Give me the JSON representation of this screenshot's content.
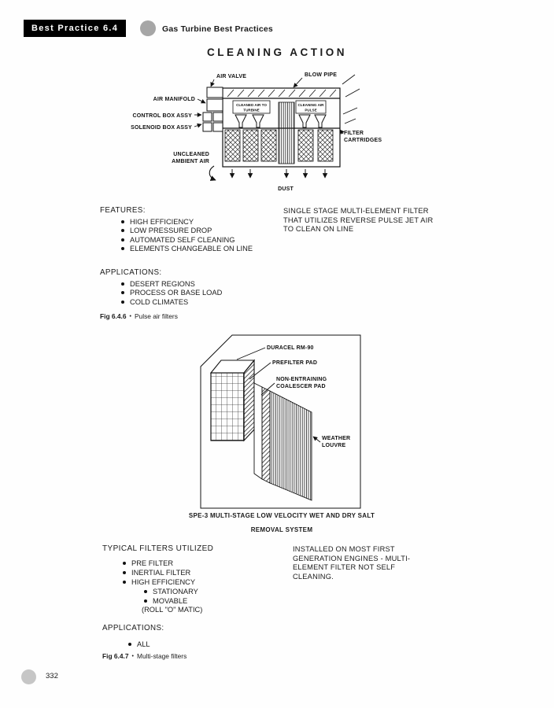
{
  "header": {
    "badge": "Best Practice 6.4",
    "title": "Gas Turbine Best Practices"
  },
  "figure1": {
    "title": "CLEANING ACTION",
    "labels": {
      "air_valve": "AIR VALVE",
      "blow_pipe": "BLOW PIPE",
      "air_manifold": "AIR MANIFOLD",
      "control_box": "CONTROL BOX ASSY",
      "solenoid_box": "SOLENOID BOX ASSY",
      "cleaned_air_line1": "CLEANED AIR TO",
      "cleaned_air_line2": "TURBINE",
      "cleaning_air_line1": "CLEANING AIR",
      "cleaning_air_line2": "PULSE",
      "filter_line1": "FILTER",
      "filter_line2": "CARTRIDGES",
      "uncleaned_line1": "UNCLEANED",
      "uncleaned_line2": "AMBIENT AIR",
      "dust": "DUST"
    },
    "caption_label": "Fig 6.4.6",
    "caption_sep": "•",
    "caption_text": "Pulse air filters"
  },
  "features": {
    "heading": "FEATURES:",
    "items": [
      "HIGH EFFICIENCY",
      "LOW PRESSURE DROP",
      "AUTOMATED SELF CLEANING",
      "ELEMENTS CHANGEABLE ON LINE"
    ],
    "note": "SINGLE STAGE MULTI-ELEMENT FILTER THAT UTILIZES REVERSE PULSE JET AIR TO CLEAN ON LINE"
  },
  "applications1": {
    "heading": "APPLICATIONS:",
    "items": [
      "DESERT REGIONS",
      "PROCESS OR BASE LOAD",
      "COLD CLIMATES"
    ]
  },
  "figure2": {
    "labels": {
      "duracel": "DURACEL RM-90",
      "prefilter": "PREFILTER PAD",
      "coalescer_line1": "NON-ENTRAINING",
      "coalescer_line2": "COALESCER PAD",
      "louvre_line1": "WEATHER",
      "louvre_line2": "LOUVRE"
    },
    "caption_line1": "SPE-3 MULTI-STAGE LOW VELOCITY WET AND DRY SALT",
    "caption_line2": "REMOVAL SYSTEM",
    "caption_label": "Fig 6.4.7",
    "caption_sep": "•",
    "caption_text": "Multi-stage filters"
  },
  "typical_filters": {
    "heading": "TYPICAL FILTERS UTILIZED",
    "items": [
      "PRE FILTER",
      "INERTIAL FILTER",
      "HIGH EFFICIENCY"
    ],
    "subitems": [
      "STATIONARY",
      "MOVABLE"
    ],
    "subnote": "(ROLL \"O\" MATIC)",
    "note": "INSTALLED ON MOST FIRST GENERATION ENGINES - MULTI-ELEMENT FILTER NOT SELF CLEANING."
  },
  "applications2": {
    "heading": "APPLICATIONS:",
    "items": [
      "ALL"
    ]
  },
  "footer": {
    "page_number": "332"
  }
}
